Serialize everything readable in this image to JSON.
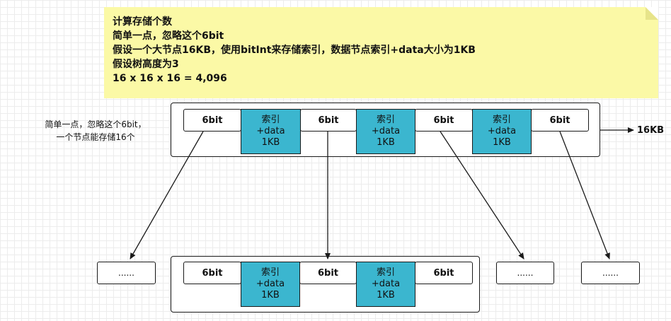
{
  "note": {
    "lines": [
      "计算存储个数",
      "简单一点，忽略这个6bit",
      "假设一个大节点16KB，使用bitInt来存储索引，数据节点索引+data大小为1KB",
      "假设树高度为3",
      "16 x 16 x 16 = 4,096"
    ]
  },
  "side_note": {
    "line1": "简单一点，忽略这个6bit，",
    "line2": "一个节点能存储16个"
  },
  "labels": {
    "pointer": "6bit",
    "index_line1": "索引",
    "index_line2": "+data",
    "index_line3": "1KB",
    "ellipsis": "......",
    "size": "16KB"
  },
  "colors": {
    "index_fill": "#3bb6cf",
    "note_fill": "#fbf9a6"
  }
}
